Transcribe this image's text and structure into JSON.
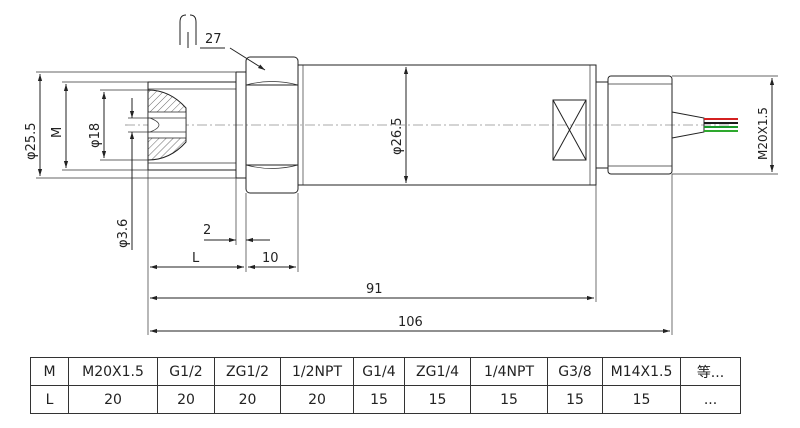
{
  "drawing": {
    "wrench_size": "27",
    "outer_diameter": "φ25.5",
    "thread_label": "M",
    "bore_diameter": "φ18",
    "hole_diameter": "φ3.6",
    "body_diameter": "φ26.5",
    "cable_thread": "M20X1.5",
    "gap_length": "2",
    "thread_length": "L",
    "hex_length": "10",
    "body_length": "91",
    "total_length": "106"
  },
  "table": {
    "rows": [
      {
        "header": "M",
        "cells": [
          "M20X1.5",
          "G1/2",
          "ZG1/2",
          "1/2NPT",
          "G1/4",
          "ZG1/4",
          "1/4NPT",
          "G3/8",
          "M14X1.5",
          "等..."
        ]
      },
      {
        "header": "L",
        "cells": [
          "20",
          "20",
          "20",
          "20",
          "15",
          "15",
          "15",
          "15",
          "15",
          "..."
        ]
      }
    ]
  },
  "wire_colors": [
    "#d42020",
    "#1a1a1a",
    "#1a9a2a",
    "#2ea82e"
  ]
}
